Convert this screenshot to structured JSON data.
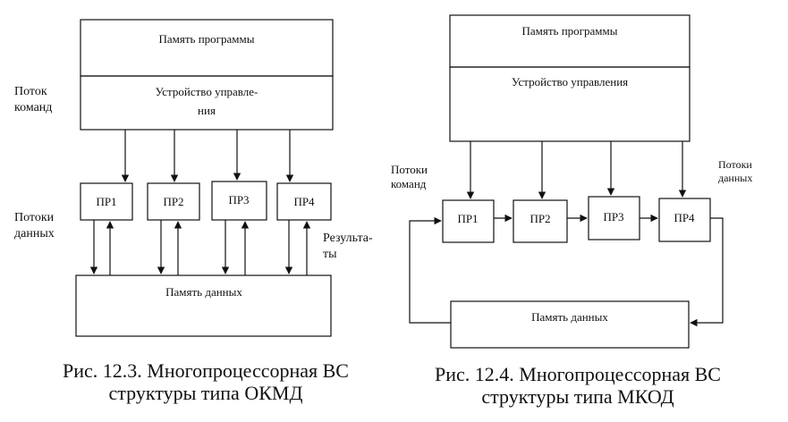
{
  "left": {
    "program_memory": "Память программы",
    "control_unit_line1": "Устройство управле-",
    "control_unit_line2": "ния",
    "command_stream_line1": "Поток",
    "command_stream_line2": "команд",
    "data_streams_line1": "Потоки",
    "data_streams_line2": "данных",
    "results_line1": "Результа-",
    "results_line2": "ты",
    "processors": [
      "ПР1",
      "ПР2",
      "ПР3",
      "ПР4"
    ],
    "data_memory": "Память данных",
    "caption_line1": "Рис. 12.3. Многопроцессорная ВС",
    "caption_line2": "структуры типа ОКМД"
  },
  "right": {
    "program_memory": "Память программы",
    "control_unit": "Устройство управления",
    "command_streams_line1": "Потоки",
    "command_streams_line2": "команд",
    "data_streams_line1": "Потоки",
    "data_streams_line2": "данных",
    "processors": [
      "ПР1",
      "ПР2",
      "ПР3",
      "ПР4"
    ],
    "data_memory": "Память данных",
    "caption_line1": "Рис. 12.4. Многопроцессорная ВС",
    "caption_line2": "структуры типа МКОД"
  }
}
